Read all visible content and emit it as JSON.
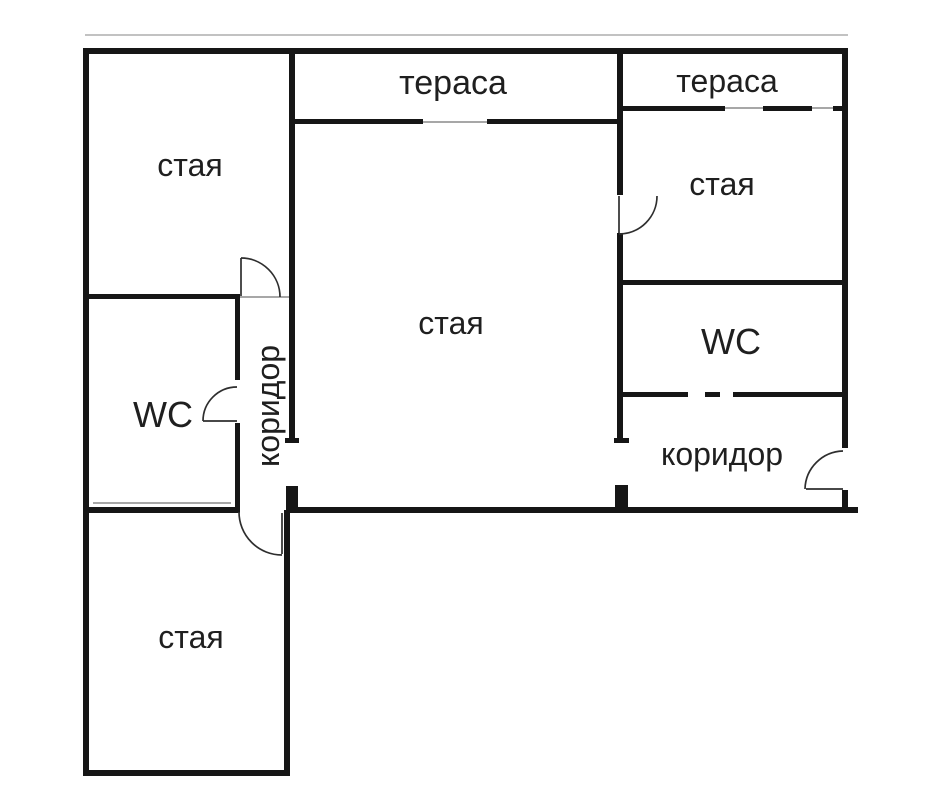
{
  "plan": {
    "type": "floor-plan",
    "language": "Bulgarian",
    "background_color": "#ffffff",
    "wall_color": "#161616",
    "door_color": "#2e2e2e",
    "thin_line_color": "#8a8a8a",
    "text_color": "#1f1f1f",
    "rooms": [
      {
        "id": "terrace-center",
        "label": "тераса"
      },
      {
        "id": "terrace-right",
        "label": "тераса"
      },
      {
        "id": "room-top-left",
        "label": "стая"
      },
      {
        "id": "room-center",
        "label": "стая"
      },
      {
        "id": "room-right",
        "label": "стая"
      },
      {
        "id": "wc-left",
        "label": "WC"
      },
      {
        "id": "wc-right",
        "label": "WC"
      },
      {
        "id": "corridor-left",
        "label": "коридор"
      },
      {
        "id": "corridor-right",
        "label": "коридор"
      },
      {
        "id": "room-bottom-left",
        "label": "стая"
      }
    ]
  }
}
